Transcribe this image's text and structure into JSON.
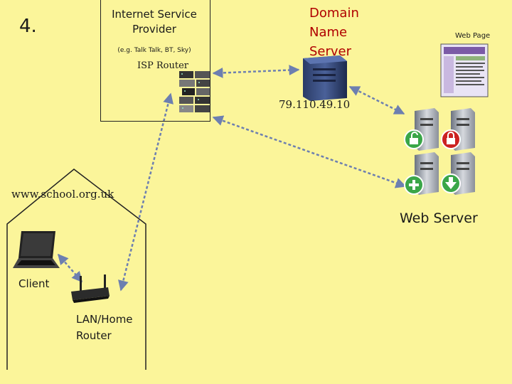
{
  "slide": {
    "number": "4."
  },
  "isp": {
    "title": "Internet Service Provider",
    "example": "(e.g. Talk Talk, BT, Sky)",
    "router_label": "ISP Router"
  },
  "dns": {
    "title": "Domain Name Server",
    "ip": "79.110.49.10"
  },
  "web_page": {
    "label": "Web Page"
  },
  "web_server": {
    "label": "Web Server"
  },
  "house": {
    "url": "www.school.org.uk"
  },
  "client": {
    "label": "Client"
  },
  "lan_router": {
    "label": "LAN/Home Router"
  },
  "colors": {
    "background": "#fbf59a",
    "connector": "#6d7fb0",
    "dns_title": "#b00000",
    "lock_green": "#3aa648",
    "lock_red": "#cc2222"
  },
  "icons": [
    "server-rack-icon",
    "dns-server-icon",
    "web-page-thumbnail",
    "web-server-icon",
    "laptop-icon",
    "wireless-router-icon"
  ]
}
